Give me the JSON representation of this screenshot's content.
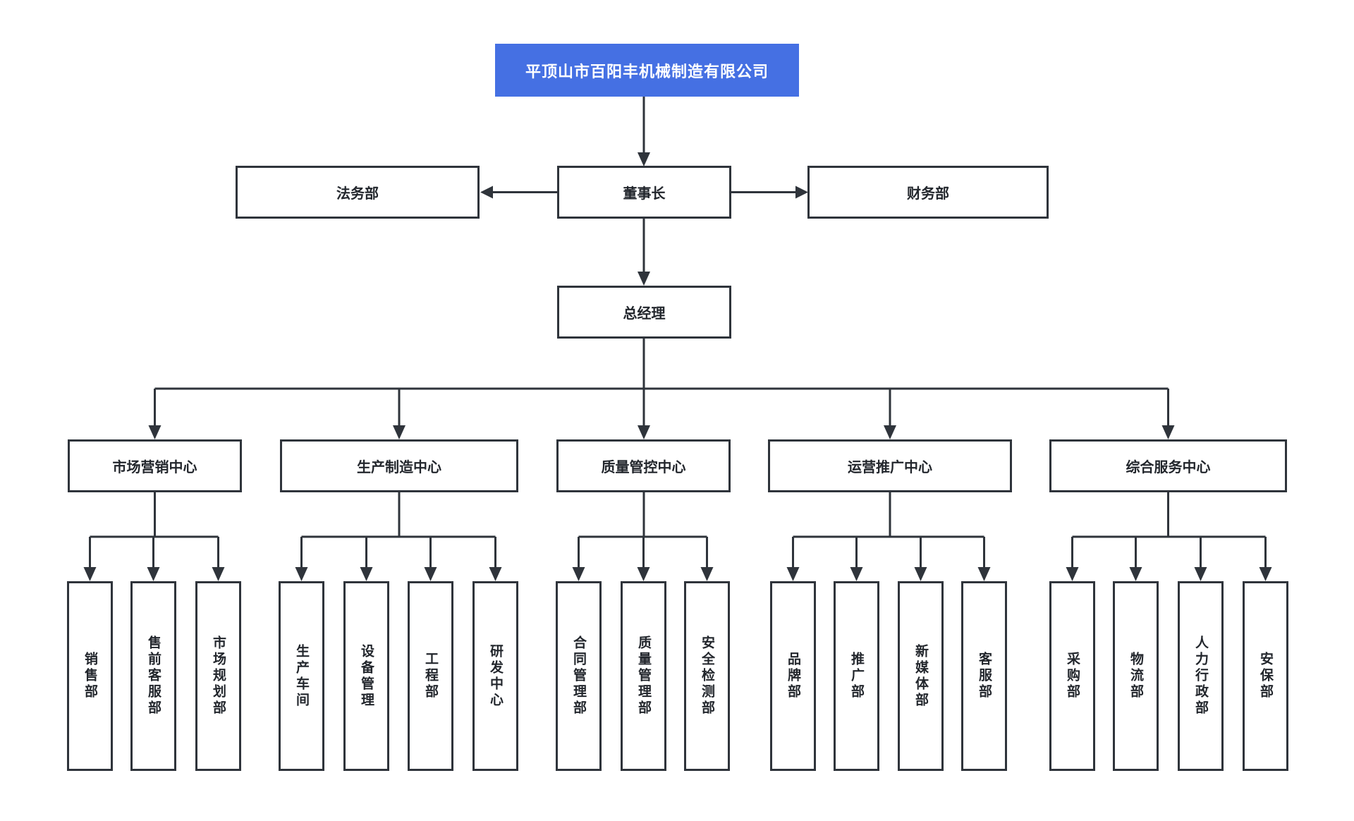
{
  "colors": {
    "accent": "#4570e3",
    "line": "#2f343b",
    "text": "#22262c",
    "node_bg": "#ffffff"
  },
  "org": {
    "company": {
      "label": "平顶山市百阳丰机械制造有限公司"
    },
    "legal": {
      "label": "法务部"
    },
    "board": {
      "label": "董事长"
    },
    "finance": {
      "label": "财务部"
    },
    "gm": {
      "label": "总经理"
    },
    "centers": [
      {
        "label": "市场营销中心",
        "departments": [
          {
            "label": "销售部"
          },
          {
            "label": "售前客服部"
          },
          {
            "label": "市场规划部"
          }
        ]
      },
      {
        "label": "生产制造中心",
        "departments": [
          {
            "label": "生产车间"
          },
          {
            "label": "设备管理"
          },
          {
            "label": "工程部"
          },
          {
            "label": "研发中心"
          }
        ]
      },
      {
        "label": "质量管控中心",
        "departments": [
          {
            "label": "合同管理部"
          },
          {
            "label": "质量管理部"
          },
          {
            "label": "安全检测部"
          }
        ]
      },
      {
        "label": "运营推广中心",
        "departments": [
          {
            "label": "品牌部"
          },
          {
            "label": "推广部"
          },
          {
            "label": "新媒体部"
          },
          {
            "label": "客服部"
          }
        ]
      },
      {
        "label": "综合服务中心",
        "departments": [
          {
            "label": "采购部"
          },
          {
            "label": "物流部"
          },
          {
            "label": "人力行政部"
          },
          {
            "label": "安保部"
          }
        ]
      }
    ]
  }
}
